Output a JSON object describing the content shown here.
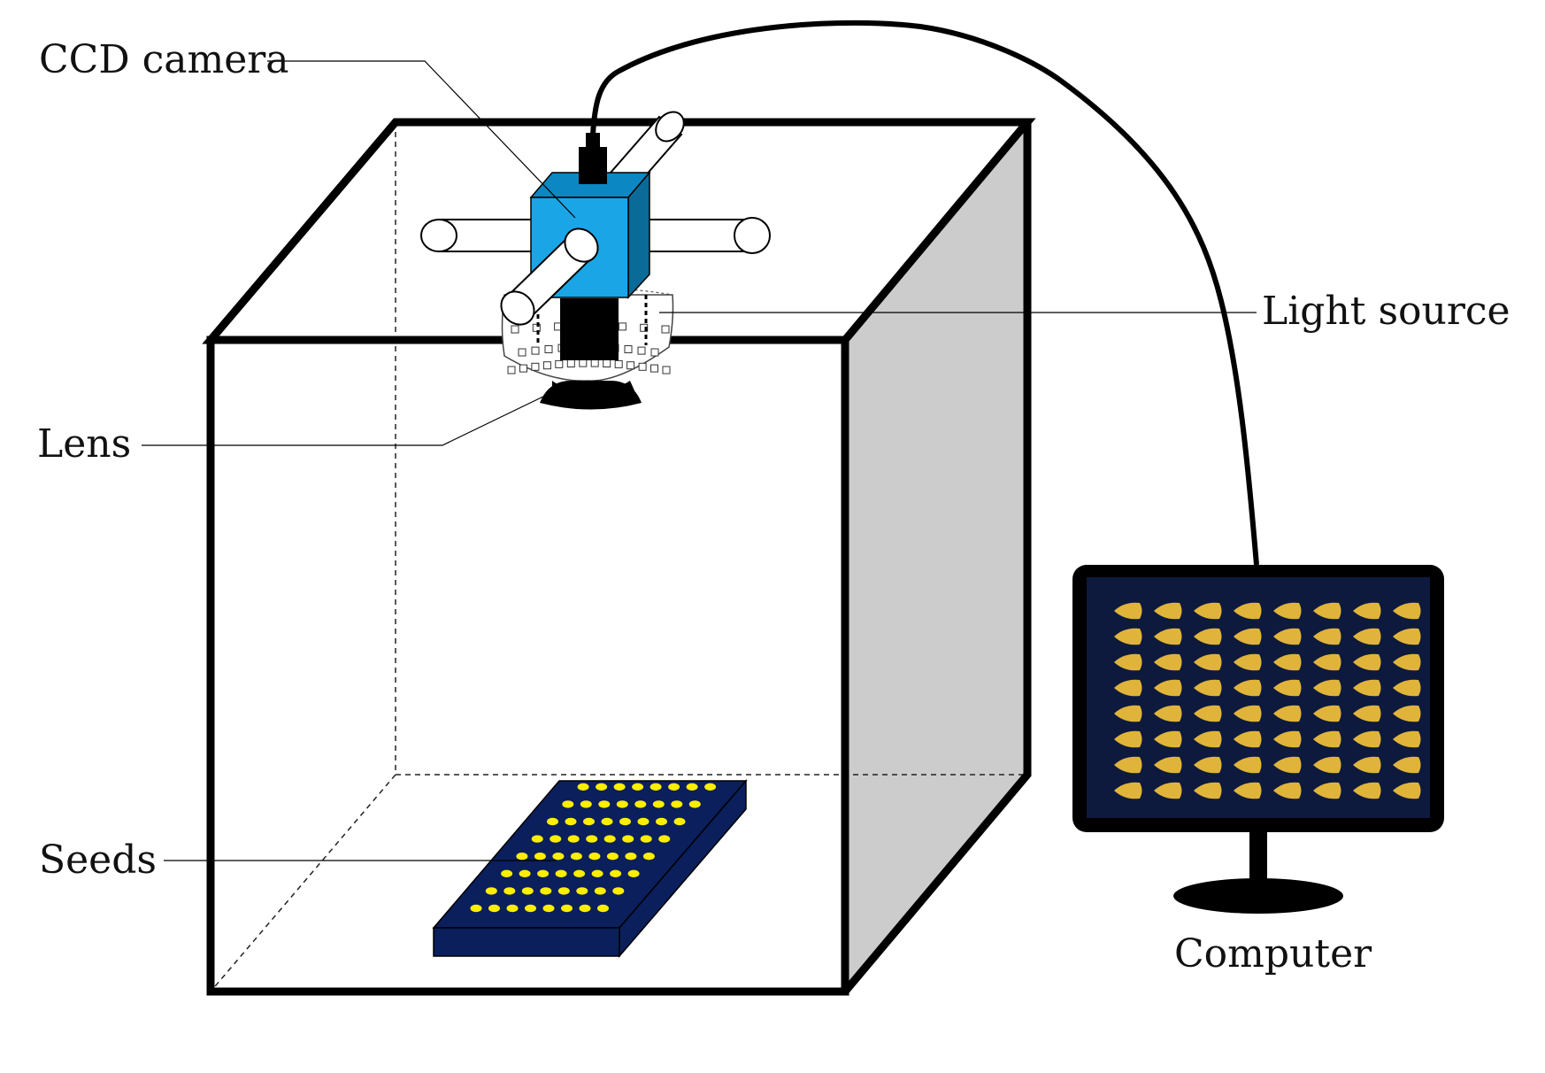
{
  "labels": {
    "ccd_camera": "CCD camera",
    "light_source": "Light source",
    "lens": "Lens",
    "seeds": "Seeds",
    "computer": "Computer"
  },
  "colors": {
    "camera_front": "#1aa6e6",
    "camera_top": "#0b88c4",
    "camera_side": "#0a6a98",
    "tray": "#0a1f5c",
    "seed_dot": "#ffee00",
    "box_side_panel": "#cccccc",
    "monitor_screen": "#0d1a3e",
    "screen_seed": "#e0b43a"
  },
  "tray_seed_grid": {
    "rows": 8,
    "cols": 8
  },
  "screen_seed_grid": {
    "rows": 8,
    "cols": 8
  }
}
